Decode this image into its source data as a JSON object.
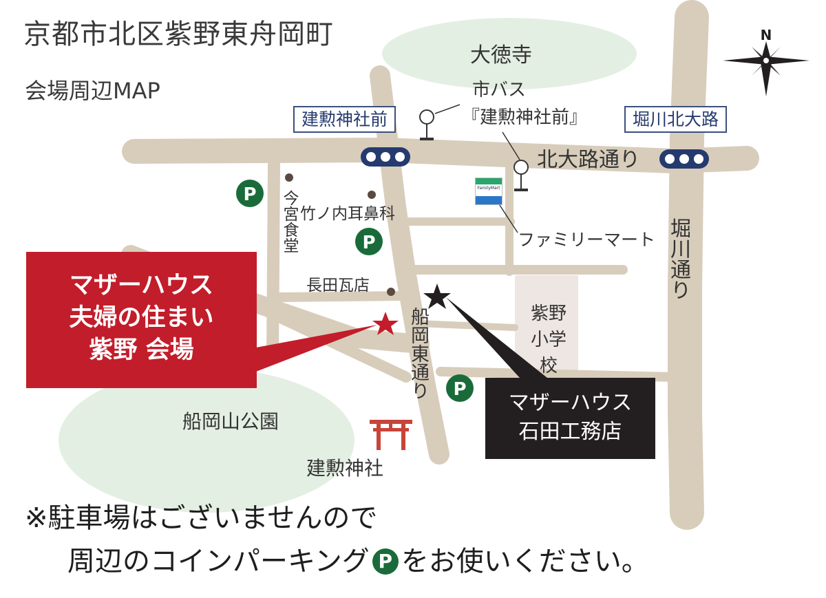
{
  "header": {
    "title": "京都市北区紫野東舟岡町",
    "subtitle": "会場周辺MAP"
  },
  "labels": {
    "daitokuji": "大徳寺",
    "bus_line1": "市バス",
    "bus_line2": "『建勲神社前』",
    "kitaoji_dori": "北大路通り",
    "horikawa_dori": "堀川通り",
    "imamiya": "今宮食堂",
    "takenouchi": "竹ノ内耳鼻科",
    "familymart": "ファミリーマート",
    "familymart_logo": "FamilyMart",
    "nagata": "長田瓦店",
    "funaoka_dori": "船岡東通り",
    "school": "紫野小学校",
    "park": "船岡山公園",
    "shrine": "建勲神社"
  },
  "bus_stops": {
    "kenkun": "建勲神社前",
    "horikawa": "堀川北大路"
  },
  "venue": {
    "line1": "マザーハウス",
    "line2": "夫婦の住まい",
    "line3": "紫野 会場"
  },
  "company": {
    "line1": "マザーハウス",
    "line2": "石田工務店"
  },
  "parking_symbol": "P",
  "compass_letter": "N",
  "note": {
    "line1": "※駐車場はございませんので",
    "line2a": "周辺のコインパーキング",
    "line2b": "をお使いください。"
  },
  "colors": {
    "road": "#d6ccbb",
    "green_area": "#e3eee3",
    "venue_red": "#c21d2b",
    "parking_green": "#1a6b3a",
    "bus_navy": "#253a6e",
    "dark": "#231f20"
  }
}
